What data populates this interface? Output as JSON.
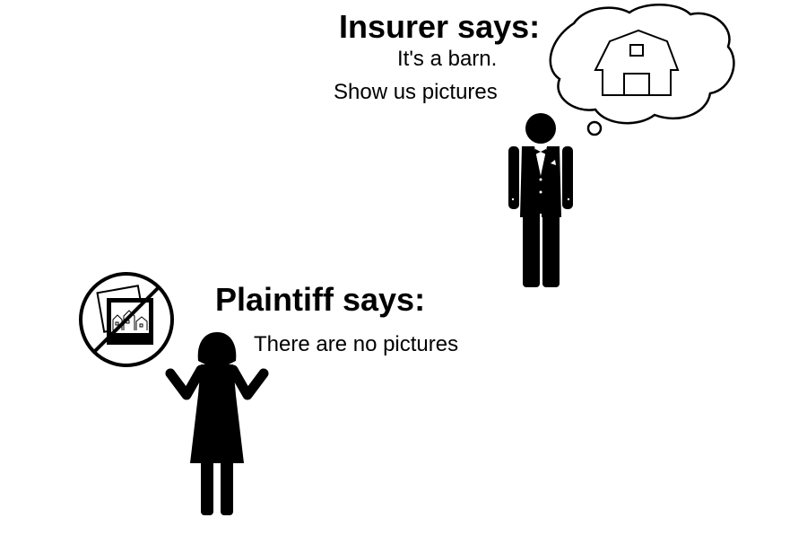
{
  "insurer": {
    "heading": "Insurer says:",
    "lines": [
      "It's a barn.",
      "Show us pictures"
    ],
    "thought_icon": "barn-icon"
  },
  "plaintiff": {
    "heading": "Plaintiff says:",
    "lines": [
      "There are no pictures"
    ],
    "icon": "no-pictures-icon"
  },
  "colors": {
    "figure": "#000000",
    "background": "#ffffff"
  }
}
